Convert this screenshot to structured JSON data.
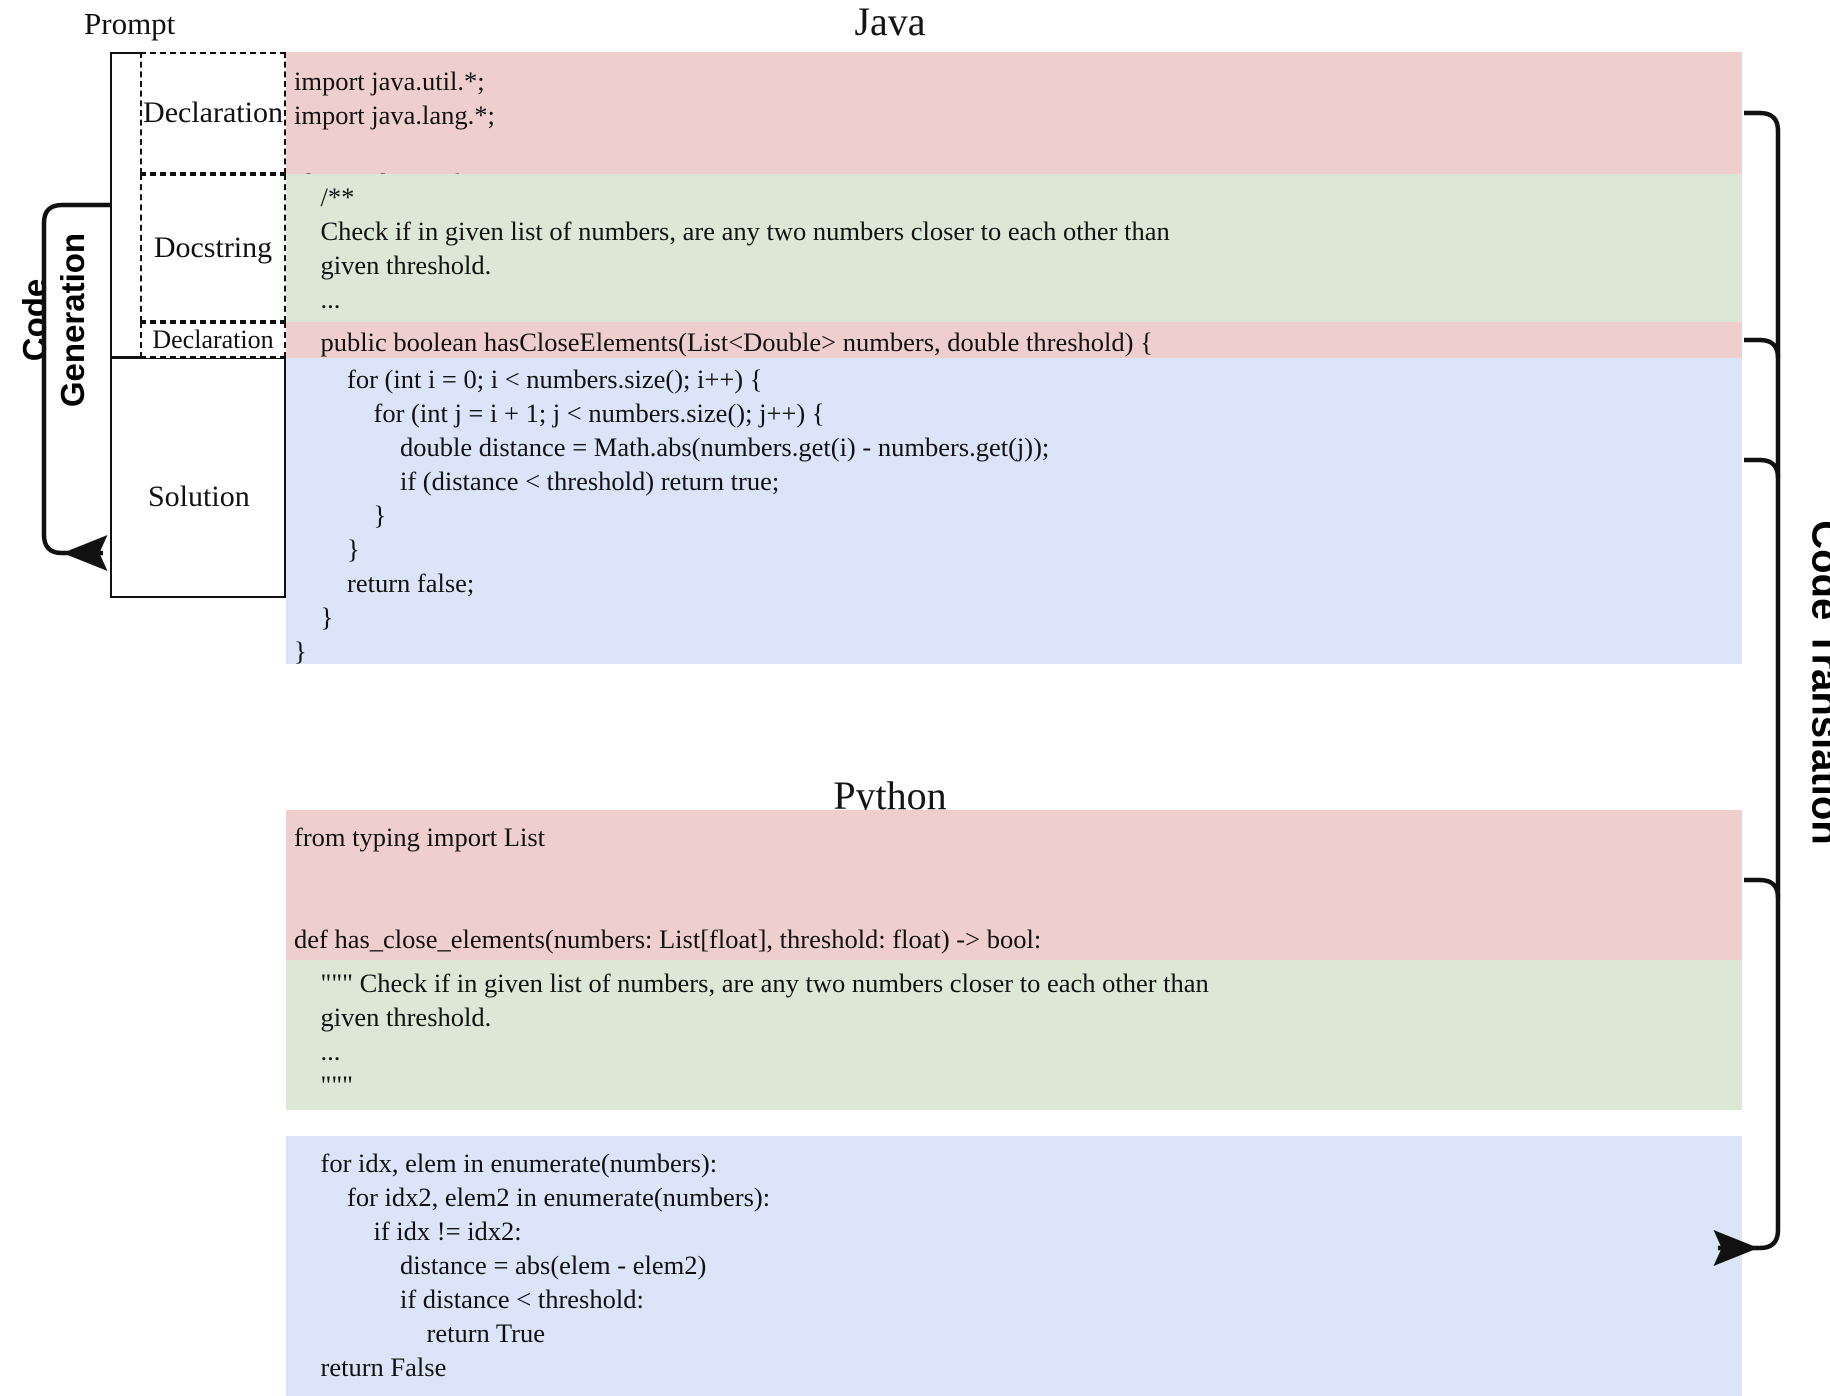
{
  "figure": {
    "java_title": "Java",
    "python_title": "Python",
    "prompt_label": "Prompt",
    "code_generation_label": "Code\nGeneration",
    "code_translation_label": "Code Translation"
  },
  "colors": {
    "declaration": "#efcfcd",
    "docstring": "#dce7d6",
    "solution": "#dbe4f8",
    "stroke": "#111111"
  },
  "prompt_parts": [
    {
      "name": "declaration-top",
      "label": "Declaration"
    },
    {
      "name": "docstring",
      "label": "Docstring"
    },
    {
      "name": "declaration-signature",
      "label": "Declaration"
    }
  ],
  "solution_part": {
    "name": "solution",
    "label": "Solution"
  },
  "java": {
    "declaration_top": "import java.util.*;\nimport java.lang.*;\n\nclass Solution {",
    "docstring": "    /**\n    Check if in given list of numbers, are any two numbers closer to each other than\n    given threshold.\n    ...\n    */",
    "declaration_signature": "    public boolean hasCloseElements(List<Double> numbers, double threshold) {",
    "solution": "        for (int i = 0; i < numbers.size(); i++) {\n            for (int j = i + 1; j < numbers.size(); j++) {\n                double distance = Math.abs(numbers.get(i) - numbers.get(j));\n                if (distance < threshold) return true;\n            }\n        }\n        return false;\n    }\n}"
  },
  "python": {
    "declaration_top": "from typing import List\n\n\ndef has_close_elements(numbers: List[float], threshold: float) -> bool:",
    "docstring": "    \"\"\" Check if in given list of numbers, are any two numbers closer to each other than\n    given threshold.\n    ...\n    \"\"\"",
    "solution": "    for idx, elem in enumerate(numbers):\n        for idx2, elem2 in enumerate(numbers):\n            if idx != idx2:\n                distance = abs(elem - elem2)\n                if distance < threshold:\n                    return True\n    return False"
  }
}
